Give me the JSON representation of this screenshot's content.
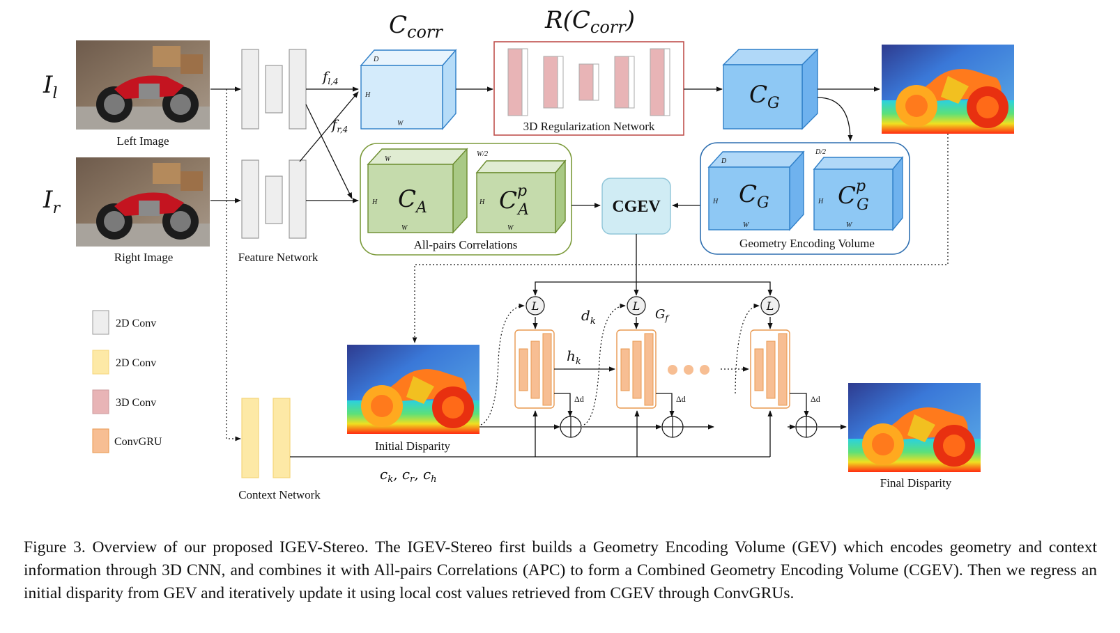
{
  "diagram": {
    "labels": {
      "il": "I",
      "il_sub": "l",
      "ir": "I",
      "ir_sub": "r",
      "left_image": "Left Image",
      "right_image": "Right Image",
      "feature_network": "Feature Network",
      "fl4": "f",
      "fl4_sub": "l,4",
      "fr4": "f",
      "fr4_sub": "r,4",
      "ccorr": "C",
      "ccorr_sub": "corr",
      "rccorr_pre": "R(",
      "rccorr_c": "C",
      "rccorr_sub": "corr",
      "rccorr_post": ")",
      "reg_net": "3D Regularization Network",
      "cg": "C",
      "cg_sub": "G",
      "ca": "C",
      "ca_sub": "A",
      "cap": "C",
      "cap_sup": "p",
      "cap_sub": "A",
      "apc": "All-pairs Correlations",
      "cgev": "CGEV",
      "gev_cg": "C",
      "gev_cg_sub": "G",
      "gev_cgp": "C",
      "gev_cgp_sup": "p",
      "gev_cgp_sub": "G",
      "gev": "Geometry Encoding Volume",
      "dim_d": "D",
      "dim_h": "H",
      "dim_w": "W",
      "dim_w2": "W/2",
      "dim_d2": "D/2",
      "lookup": "L",
      "dk": "d",
      "dk_sub": "k",
      "gf": "G",
      "gf_sub": "f",
      "hk": "h",
      "hk_sub": "k",
      "delta_d": "Δd",
      "initial_disparity": "Initial Disparity",
      "final_disparity": "Final Disparity",
      "context_network": "Context Network",
      "ctx_c1": "c",
      "ctx_c1_sub": "k",
      "ctx_c2": "c",
      "ctx_c2_sub": "r",
      "ctx_c3": "c",
      "ctx_c3_sub": "h",
      "ctx_sep": ", "
    },
    "legend": [
      {
        "label": "2D Conv",
        "fill": "#eeeeee",
        "stroke": "#999999"
      },
      {
        "label": "2D Conv",
        "fill": "#fde9a6",
        "stroke": "#f5d57a"
      },
      {
        "label": "3D Conv",
        "fill": "#e8b4b6",
        "stroke": "#cc9a9c"
      },
      {
        "label": "ConvGRU",
        "fill": "#f7be93",
        "stroke": "#e8984f"
      }
    ],
    "colors": {
      "gray_block": "#eeeeee",
      "yellow_block": "#fde9a6",
      "pink_block": "#e8b4b6",
      "orange_block": "#f7be93",
      "blue_cube": "#8ec8f4",
      "light_blue_cube": "#d4ebfb",
      "green_cube": "#c5dbac",
      "reg_border": "#c0504d",
      "apc_border": "#7b9a3a",
      "gev_border": "#2f6fb0",
      "cgev_fill": "#d0ecf4",
      "gru_border": "#e8984f"
    }
  },
  "caption": "Figure 3.  Overview of our proposed IGEV-Stereo.  The IGEV-Stereo first builds a Geometry Encoding Volume (GEV) which encodes geometry and context information through 3D CNN, and combines it with All-pairs Correlations (APC) to form a Combined Geometry Encoding Volume (CGEV). Then we regress an initial disparity from GEV and iteratively update it using local cost values retrieved from CGEV through ConvGRUs."
}
